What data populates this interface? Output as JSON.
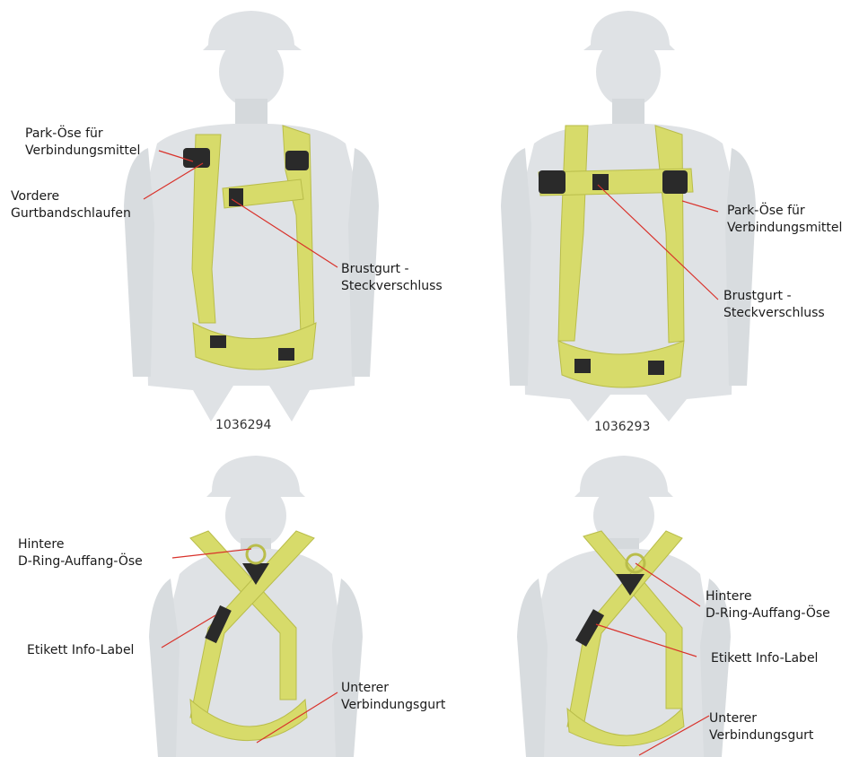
{
  "colors": {
    "figure": "#dfe2e5",
    "figure_shadow": "#cdd1d5",
    "harness": "#d7db6a",
    "harness_dark": "#b9bd4a",
    "buckle": "#2a2a2a",
    "leader": "#d9322b"
  },
  "products": [
    {
      "code": "1036294",
      "front_callouts": [
        {
          "line1": "Park-Öse für",
          "line2": "Verbindungsmittel"
        },
        {
          "line1": "Vordere",
          "line2": "Gurtbandschlaufen"
        },
        {
          "line1": "Brustgurt -",
          "line2": "Steckverschluss"
        }
      ],
      "back_callouts": [
        {
          "line1": "Hintere",
          "line2": "D-Ring-Auffang-Öse"
        },
        {
          "line1": "Etikett Info-Label",
          "line2": ""
        },
        {
          "line1": "Unterer",
          "line2": "Verbindungsgurt"
        }
      ]
    },
    {
      "code": "1036293",
      "front_callouts": [
        {
          "line1": "Park-Öse für",
          "line2": "Verbindungsmittel"
        },
        {
          "line1": "Brustgurt -",
          "line2": "Steckverschluss"
        }
      ],
      "back_callouts": [
        {
          "line1": "Hintere",
          "line2": "D-Ring-Auffang-Öse"
        },
        {
          "line1": "Etikett Info-Label",
          "line2": ""
        },
        {
          "line1": "Unterer",
          "line2": "Verbindungsgurt"
        }
      ]
    }
  ]
}
